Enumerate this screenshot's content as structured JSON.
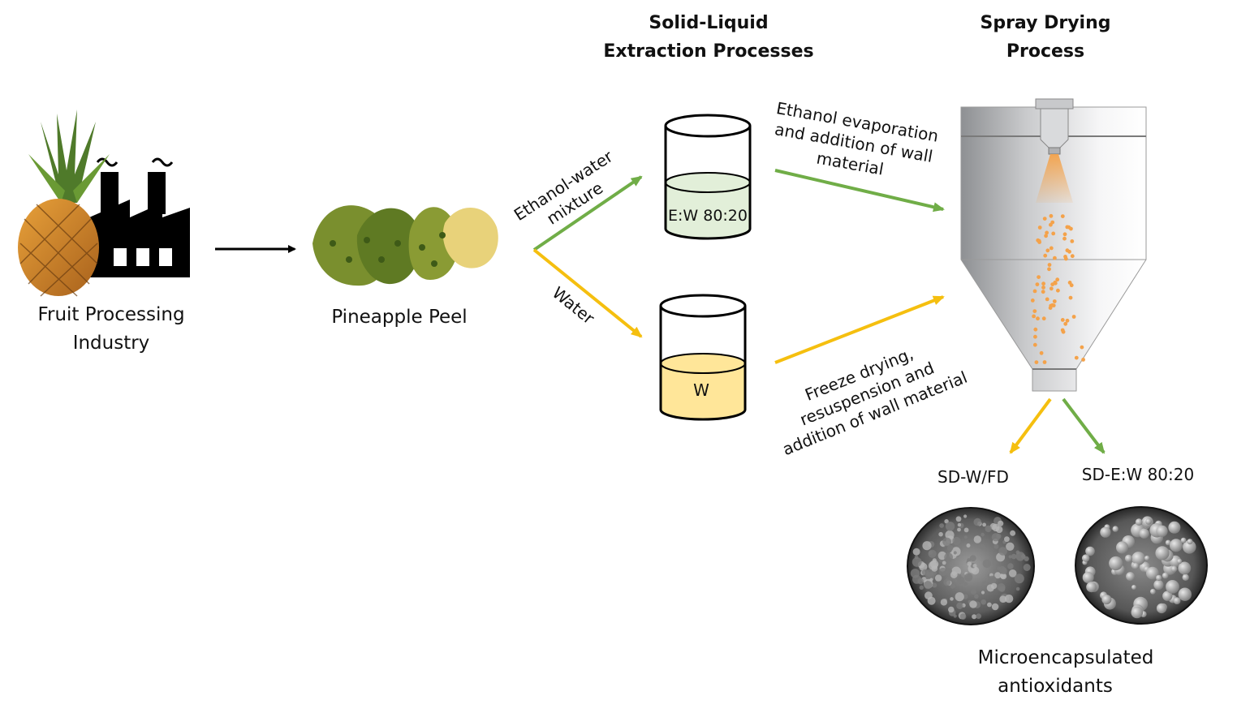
{
  "headers": {
    "extraction_line1": "Solid-Liquid",
    "extraction_line2": "Extraction Processes",
    "spray_line1": "Spray Drying",
    "spray_line2": "Process"
  },
  "source": {
    "line1": "Fruit Processing",
    "line2": "Industry",
    "icon": "pineapple-factory-icon"
  },
  "peel": {
    "label": "Pineapple Peel",
    "icon": "pineapple-peel-icon"
  },
  "branches": {
    "ethanol_line1": "Ethanol-water",
    "ethanol_line2": "mixture",
    "water": "Water"
  },
  "beakers": {
    "ethanol_label": "E:W 80:20",
    "water_label": "W"
  },
  "steps": {
    "ethanol_line1": "Ethanol evaporation",
    "ethanol_line2": "and addition of wall",
    "ethanol_line3": "material",
    "water_line1": "Freeze drying,",
    "water_line2": "resuspension and",
    "water_line3": "addition of wall material"
  },
  "products": {
    "left": "SD-W/FD",
    "right": "SD-E:W 80:20",
    "caption_line1": "Microencapsulated",
    "caption_line2": "antioxidants"
  },
  "colors": {
    "green": "#70ad47",
    "yellow": "#f5bf0f",
    "ethanol_fill": "#e2efd9",
    "water_fill": "#ffe699",
    "spray_dots": "#f4a24a"
  }
}
